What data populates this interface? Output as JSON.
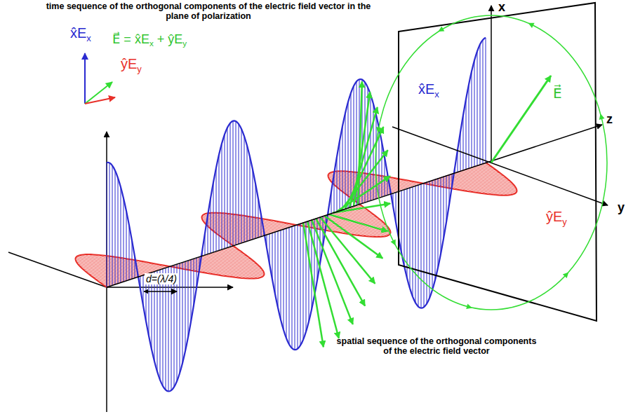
{
  "diagram": {
    "labels": [
      "time sequence of the orthogonal components of the electric field vector in the plane of polarization",
      "x̂Ex",
      "E⃗ = x̂Ex + ŷEy",
      "ŷEy",
      "x",
      "z",
      "y",
      "x̂Ex",
      "E⃗",
      "ŷEy",
      "d=(λ/4)",
      "spatial sequence of the orthogonal components of the electric field vector"
    ]
  }
}
